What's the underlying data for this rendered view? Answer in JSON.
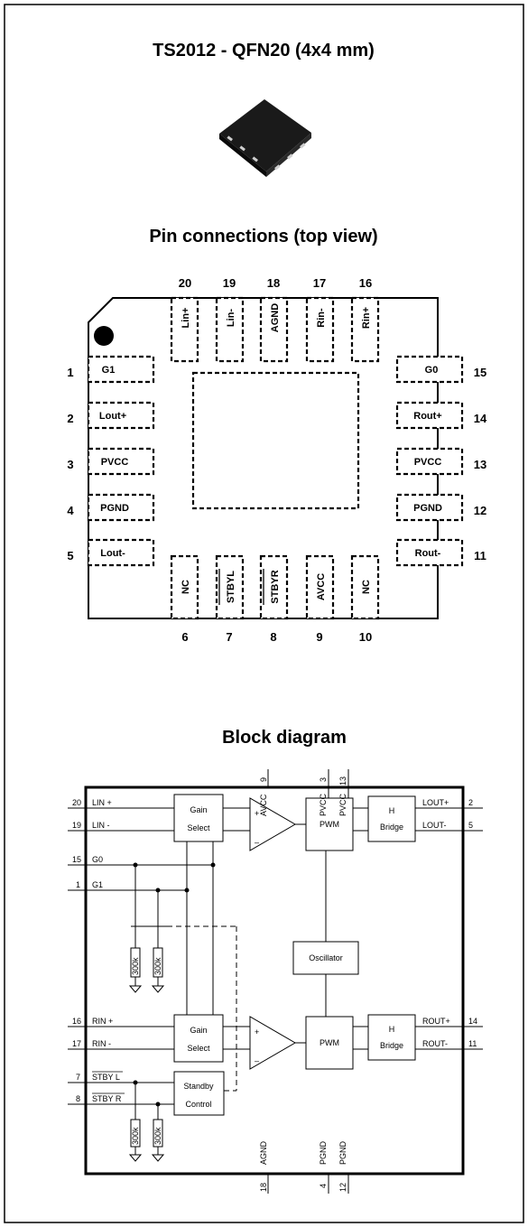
{
  "titles": {
    "package": "TS2012 - QFN20 (4x4 mm)",
    "pins": "Pin connections (top view)",
    "block": "Block diagram"
  },
  "pins": {
    "left": [
      {
        "num": "1",
        "label": "G1"
      },
      {
        "num": "2",
        "label": "Lout+"
      },
      {
        "num": "3",
        "label": "PVCC"
      },
      {
        "num": "4",
        "label": "PGND"
      },
      {
        "num": "5",
        "label": "Lout-"
      }
    ],
    "right": [
      {
        "num": "15",
        "label": "G0"
      },
      {
        "num": "14",
        "label": "Rout+"
      },
      {
        "num": "13",
        "label": "PVCC"
      },
      {
        "num": "12",
        "label": "PGND"
      },
      {
        "num": "11",
        "label": "Rout-"
      }
    ],
    "top": [
      {
        "num": "20",
        "label": "Lin+"
      },
      {
        "num": "19",
        "label": "Lin-"
      },
      {
        "num": "18",
        "label": "AGND"
      },
      {
        "num": "17",
        "label": "Rin-"
      },
      {
        "num": "16",
        "label": "Rin+"
      }
    ],
    "bottom": [
      {
        "num": "6",
        "label": "NC"
      },
      {
        "num": "7",
        "label": "STBYL"
      },
      {
        "num": "8",
        "label": "STBYR"
      },
      {
        "num": "9",
        "label": "AVCC"
      },
      {
        "num": "10",
        "label": "NC"
      }
    ]
  },
  "block": {
    "left_pins": [
      {
        "num": "20",
        "label": "LIN +"
      },
      {
        "num": "19",
        "label": "LIN -"
      },
      {
        "num": "15",
        "label": "G0"
      },
      {
        "num": "1",
        "label": "G1"
      },
      {
        "num": "16",
        "label": "RIN +"
      },
      {
        "num": "17",
        "label": "RIN -"
      },
      {
        "num": "7",
        "label": "STBY L"
      },
      {
        "num": "8",
        "label": "STBY R"
      }
    ],
    "right_pins": [
      {
        "num": "2",
        "label": "LOUT+"
      },
      {
        "num": "5",
        "label": "LOUT-"
      },
      {
        "num": "14",
        "label": "ROUT+"
      },
      {
        "num": "11",
        "label": "ROUT-"
      }
    ],
    "top_pins": [
      {
        "num": "9",
        "label": "AVCC"
      },
      {
        "num": "3",
        "label": "PVCC"
      },
      {
        "num": "13",
        "label": "PVCC"
      }
    ],
    "bottom_pins": [
      {
        "num": "18",
        "label": "AGND"
      },
      {
        "num": "4",
        "label": "PGND"
      },
      {
        "num": "12",
        "label": "PGND"
      }
    ],
    "blocks": {
      "gain_select_1": "Gain",
      "gain_select_2": "Select",
      "pwm": "PWM",
      "h_bridge_1": "H",
      "h_bridge_2": "Bridge",
      "oscillator": "Oscillator",
      "standby_1": "Standby",
      "standby_2": "Control",
      "resistor": "300k"
    }
  }
}
